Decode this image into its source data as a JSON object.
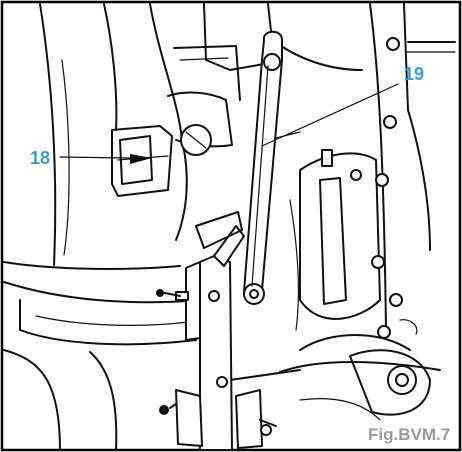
{
  "figure": {
    "callouts": [
      {
        "id": "18",
        "label": "18"
      },
      {
        "id": "19",
        "label": "19"
      }
    ],
    "caption": "Fig.BVM.7"
  }
}
